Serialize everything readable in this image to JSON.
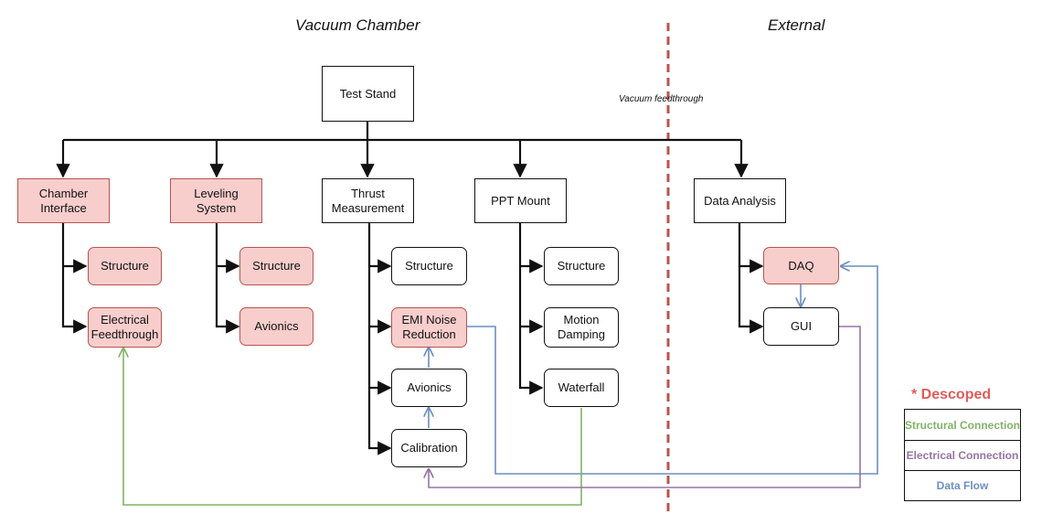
{
  "regions": {
    "left": "Vacuum Chamber",
    "right": "External"
  },
  "boundary_note": "Vacuum feedthrough",
  "colors": {
    "descoped_fill": "#f8cecc",
    "descoped_border": "#b85450",
    "descoped_label": "#e05c5c",
    "structural": "#82b366",
    "electrical": "#9673a6",
    "data": "#6c8ebf",
    "boundary": "#b85450"
  },
  "nodes": {
    "test_stand": "Test Stand",
    "chamber_interface": "Chamber\nInterface",
    "leveling_system": "Leveling\nSystem",
    "thrust_measurement": "Thrust\nMeasurement",
    "ppt_mount": "PPT Mount",
    "data_analysis": "Data Analysis",
    "ci_structure": "Structure",
    "ci_feedthrough": "Electrical\nFeedthrough",
    "ls_structure": "Structure",
    "ls_avionics": "Avionics",
    "tm_structure": "Structure",
    "tm_emi": "EMI Noise\nReduction",
    "tm_avionics": "Avionics",
    "tm_calibration": "Calibration",
    "pm_structure": "Structure",
    "pm_motion": "Motion\nDamping",
    "pm_waterfall": "Waterfall",
    "da_daq": "DAQ",
    "da_gui": "GUI"
  },
  "legend": {
    "title": "* Descoped",
    "structural": "Structural Connection",
    "electrical": "Electrical Connection",
    "data": "Data Flow"
  }
}
